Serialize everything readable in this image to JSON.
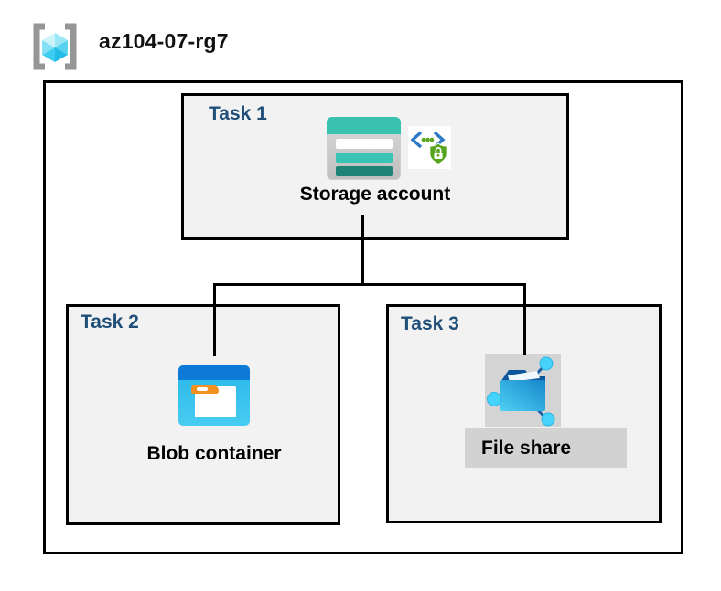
{
  "header": {
    "title": "az104-07-rg7",
    "icon": "resource-group-icon"
  },
  "diagram": {
    "tasks": [
      {
        "label": "Task 1",
        "resource": "Storage account",
        "icons": [
          "storage-account-icon",
          "secure-access-icon"
        ]
      },
      {
        "label": "Task 2",
        "resource": "Blob container",
        "icons": [
          "blob-container-icon"
        ]
      },
      {
        "label": "Task 3",
        "resource": "File share",
        "icons": [
          "file-share-icon"
        ]
      }
    ],
    "connections": [
      {
        "from": "Storage account",
        "to": "Blob container"
      },
      {
        "from": "Storage account",
        "to": "File share"
      }
    ]
  },
  "colors": {
    "task_label": "#1f4e79",
    "box_fill": "#f2f2f2",
    "box_border": "#000000",
    "storage_teal": "#3ac2b0",
    "storage_teal_dark": "#1f8376",
    "blob_blue": "#0d7ad8",
    "blob_cyan": "#34bfec",
    "folder_tab_orange": "#f29120",
    "file_share_blue": "#0c569c",
    "file_share_cyan": "#45d3fb",
    "highlight_gray": "#d2d2d2",
    "sas_chevron_blue": "#2b79c2",
    "sas_green": "#57a41f",
    "cube_cyan": "#55d3f1",
    "bracket_gray": "#969696"
  }
}
